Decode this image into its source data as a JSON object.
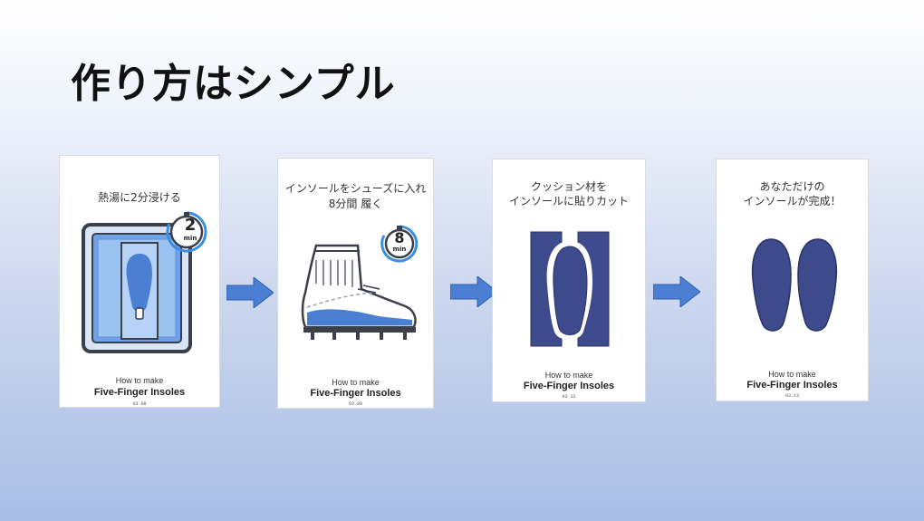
{
  "title": "作り方はシンプル",
  "steps": [
    {
      "caption": "熱湯に2分浸ける",
      "timer_value": "2",
      "timer_unit": "min",
      "howto": "How to make",
      "brand": "Five-Finger Insoles",
      "code": "03.08"
    },
    {
      "caption_line1": "インソールをシューズに入れ",
      "caption_line2": "8分間 履く",
      "timer_value": "8",
      "timer_unit": "min",
      "howto": "How to make",
      "brand": "Five-Finger Insoles",
      "code": "03.09"
    },
    {
      "caption_line1": "クッション材を",
      "caption_line2": "インソールに貼りカット",
      "howto": "How to make",
      "brand": "Five-Finger Insoles",
      "code": "03.12"
    },
    {
      "caption_line1": "あなただけの",
      "caption_line2": "インソールが完成！",
      "howto": "How to make",
      "brand": "Five-Finger Insoles",
      "code": "03.13"
    }
  ],
  "icons": {
    "arrow": "arrow-right-icon",
    "timer": "timer-icon",
    "tray": "hot-water-tray-icon",
    "shoe": "shoe-icon",
    "cushion": "cushion-cut-icon",
    "insoles": "insoles-pair-icon"
  },
  "colors": {
    "navy": "#3d4a8c",
    "blue": "#4a7fd4",
    "light_blue": "#a9c7f2",
    "timer_accent": "#3c8fe0",
    "outline": "#3a3f4a"
  }
}
